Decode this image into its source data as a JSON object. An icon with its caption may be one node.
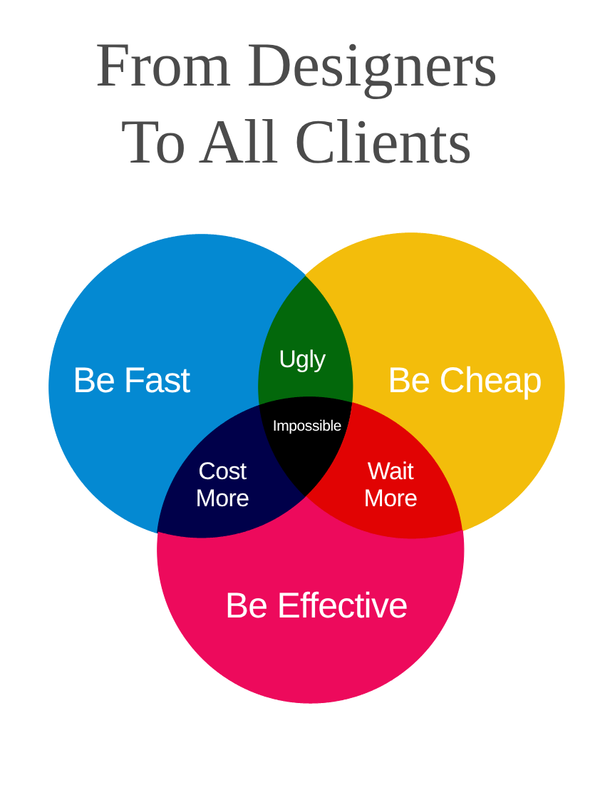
{
  "diagram": {
    "title": "From Designers To All Clients",
    "nodes": [
      {
        "text": [
          "Be Fast"
        ]
      },
      {
        "text": [
          "Ugly"
        ]
      },
      {
        "text": [
          "Be Cheap"
        ]
      },
      {
        "text": [
          "Impossible"
        ]
      },
      {
        "text": [
          "Cost More"
        ]
      },
      {
        "text": [
          "Wait More"
        ]
      },
      {
        "text": [
          "Be Effective"
        ]
      }
    ]
  }
}
